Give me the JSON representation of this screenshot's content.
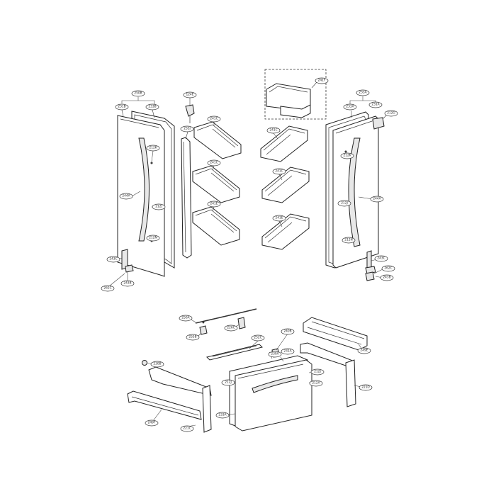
{
  "diagram": {
    "callouts": {
      "c250B": "250B",
      "c231B": "231B",
      "c233B": "233B",
      "c124E": "124E",
      "c233J_left": "233J",
      "c241C_1": "241C",
      "c212K_left": "212K",
      "c244A_left": "244A",
      "c212J_left": "212J",
      "c212N_left": "212N",
      "c241C_2": "241C",
      "c241E_left": "241E",
      "c241F": "241F",
      "c241C_r1": "241C",
      "c241C_r2": "241C",
      "c241E_right": "241E",
      "c233A": "233A",
      "c233A_2": "233A",
      "c231A": "231A",
      "c212G": "212G",
      "c212K_right": "212K",
      "c244A_right": "244A",
      "c212J_right": "212J",
      "c212N_right": "212N",
      "c243C_left": "243C",
      "c243B_left": "243B",
      "c262C_left": "262C",
      "c243C_right": "243C",
      "c262C_right": "262C",
      "c243B_right": "243B",
      "c250A": "250A",
      "c226C": "226C",
      "c255B": "255B",
      "c252C": "252C",
      "c240B": "240B",
      "c249E": "249E",
      "c230B": "230B",
      "c230A": "230A",
      "c231A_bottom": "231A",
      "c212J_bottom": "212J",
      "c212A": "212A",
      "c233A_bottom": "233A",
      "c221D_right": "221D",
      "c221C_left": "221C",
      "c249F": "249F"
    }
  }
}
